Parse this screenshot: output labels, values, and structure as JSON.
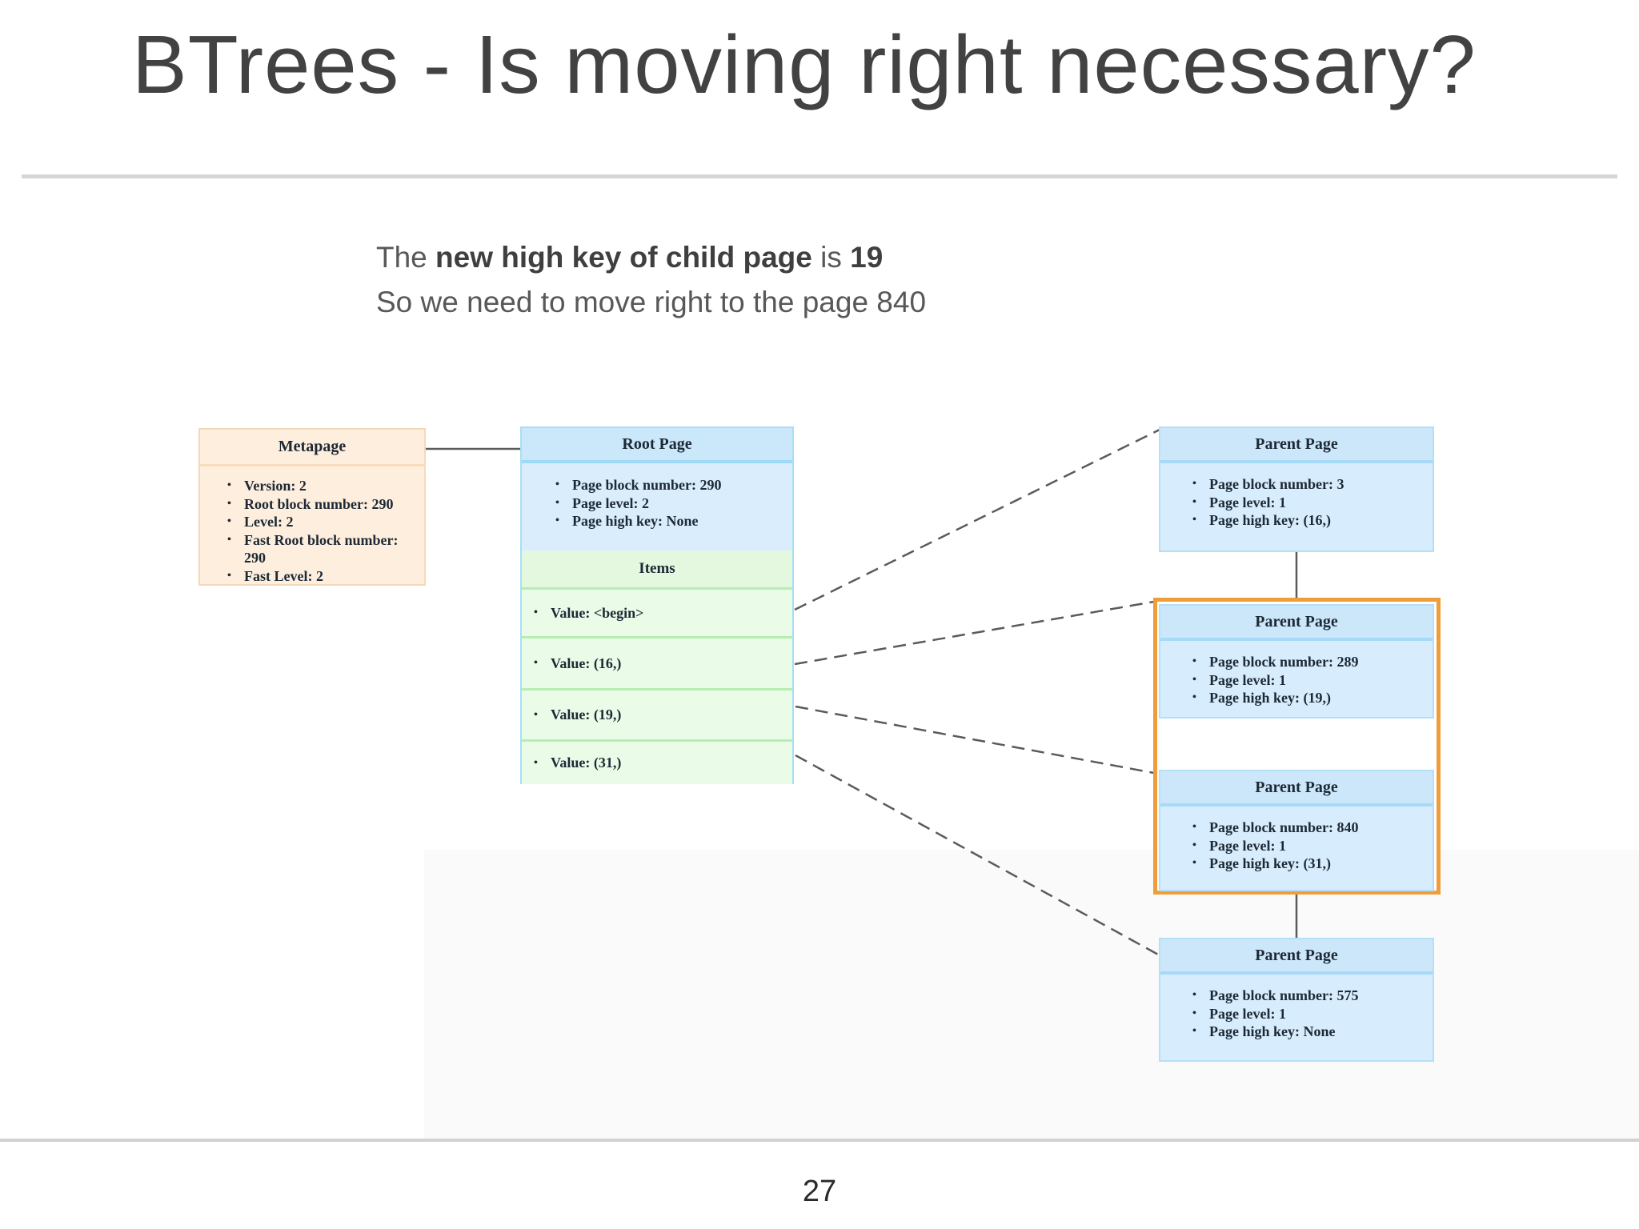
{
  "slide": {
    "title": "BTrees - Is moving right necessary?",
    "page_number": "27",
    "callout": {
      "line1_pre": "The ",
      "line1_bold1": "new high key of child page",
      "line1_mid": " is ",
      "line1_bold2": "19",
      "line2": "So we need to move right to the page 840"
    }
  },
  "diagram": {
    "metapage": {
      "title": "Metapage",
      "items": [
        "Version: 2",
        "Root block number: 290",
        "Level: 2",
        "Fast Root block number: 290",
        "Fast Level: 2"
      ]
    },
    "root_page": {
      "title": "Root Page",
      "props": [
        "Page block number: 290",
        "Page level: 2",
        "Page high key: None"
      ],
      "items_title": "Items",
      "items": [
        "Value: <begin>",
        "Value: (16,)",
        "Value: (19,)",
        "Value: (31,)"
      ]
    },
    "parent_pages": [
      {
        "title": "Parent Page",
        "props": [
          "Page block number: 3",
          "Page level: 1",
          "Page high key: (16,)"
        ]
      },
      {
        "title": "Parent Page",
        "props": [
          "Page block number: 289",
          "Page level: 1",
          "Page high key: (19,)"
        ]
      },
      {
        "title": "Parent Page",
        "props": [
          "Page block number: 840",
          "Page level: 1",
          "Page high key: (31,)"
        ]
      },
      {
        "title": "Parent Page",
        "props": [
          "Page block number: 575",
          "Page level: 1",
          "Page high key: None"
        ]
      }
    ],
    "colors": {
      "metapage_fill": "#fdeedd",
      "page_blue_fill": "#d9edfc",
      "page_blue_header": "#cbe7fa",
      "items_green_fill": "#eafbe7",
      "highlight_orange": "#ef9d3b",
      "connector_gray": "#5b5b5b"
    }
  }
}
